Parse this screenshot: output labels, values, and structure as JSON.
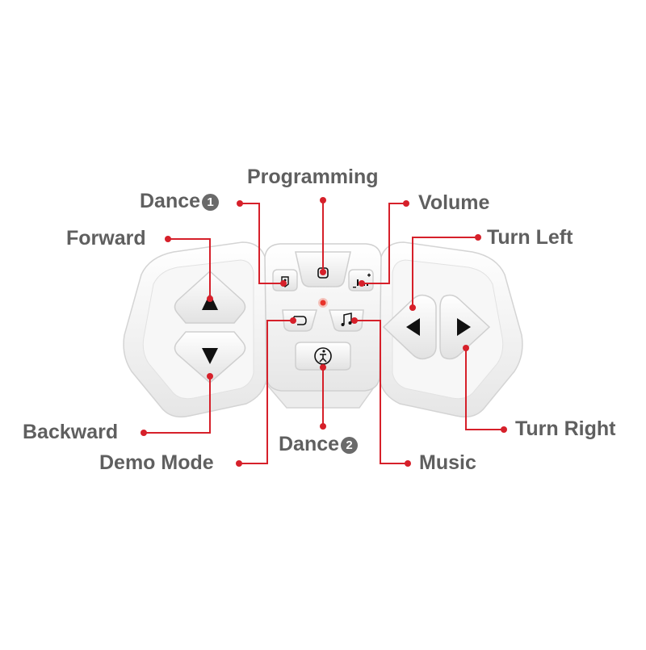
{
  "labels": {
    "programming": "Programming",
    "dance1_text": "Dance",
    "dance1_num": "1",
    "volume": "Volume",
    "forward": "Forward",
    "turn_left": "Turn Left",
    "backward": "Backward",
    "demo_mode": "Demo Mode",
    "dance2_text": "Dance",
    "dance2_num": "2",
    "music": "Music",
    "turn_right": "Turn Right"
  },
  "colors": {
    "callout": "#d6202a",
    "label_text": "#5f5f5f",
    "body": "#f2f2f2",
    "arrow": "#111111",
    "led": "#e8332a"
  },
  "icons": {
    "forward_button": "triangle-up-icon",
    "backward_button": "triangle-down-icon",
    "turn_left_button": "triangle-left-icon",
    "turn_right_button": "triangle-right-icon",
    "programming_button": "gear-icon",
    "dance1_button": "dancer-badge-icon",
    "volume_button": "volume-bars-icon",
    "demo_button": "demo-icon",
    "music_button": "music-note-icon",
    "dance2_button": "dancer-icon"
  }
}
